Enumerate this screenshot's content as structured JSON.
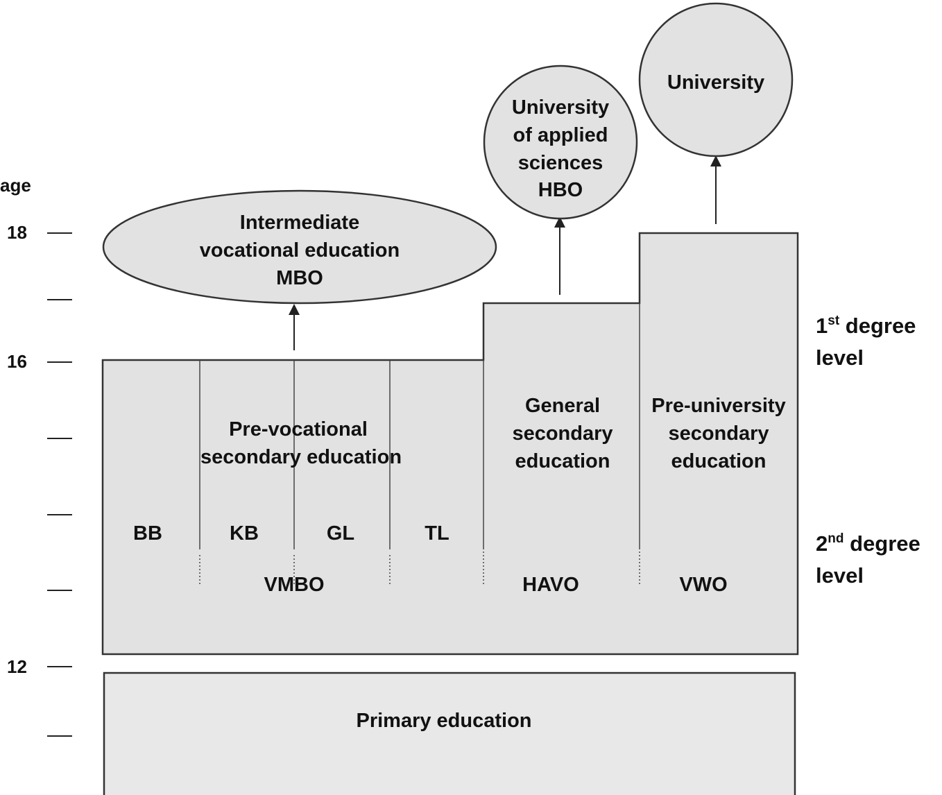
{
  "colors": {
    "box_fill": "#e2e2e2",
    "primary_fill": "#e8e8e8",
    "stroke": "#333333",
    "text": "#111111"
  },
  "age_axis": {
    "title": "age",
    "labels": [
      "18",
      "16",
      "12"
    ]
  },
  "levels": {
    "first": {
      "number": "1",
      "suffix": "st",
      "line1_rest": " degree",
      "line2": "level"
    },
    "second": {
      "number": "2",
      "suffix": "nd",
      "line1_rest": " degree",
      "line2": "level"
    }
  },
  "tertiary": {
    "mbo": {
      "lines": [
        "Intermediate",
        "vocational education",
        "MBO"
      ]
    },
    "hbo": {
      "lines": [
        "University",
        "of applied",
        "sciences",
        "HBO"
      ]
    },
    "university": {
      "lines": [
        "University"
      ]
    }
  },
  "secondary": {
    "vmbo": {
      "title_lines": [
        "Pre-vocational",
        "secondary education"
      ],
      "tracks": [
        "BB",
        "KB",
        "GL",
        "TL"
      ],
      "abbr": "VMBO"
    },
    "havo": {
      "title_lines": [
        "General",
        "secondary",
        "education"
      ],
      "abbr": "HAVO"
    },
    "vwo": {
      "title_lines": [
        "Pre-university",
        "secondary",
        "education"
      ],
      "abbr": "VWO"
    }
  },
  "primary": {
    "label": "Primary education"
  }
}
